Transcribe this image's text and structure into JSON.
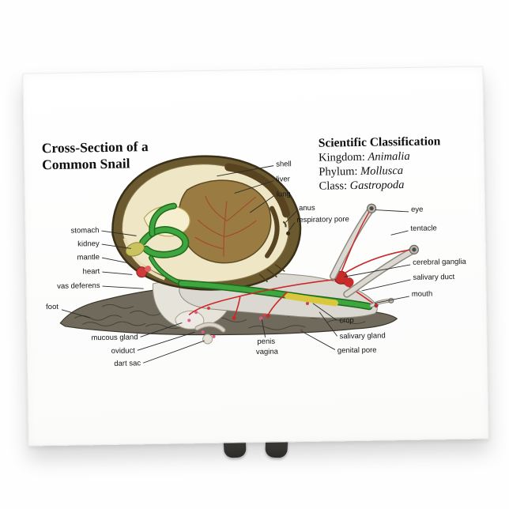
{
  "plaque": {
    "title_line1": "Cross-Section of a",
    "title_line2": "Common Snail"
  },
  "classification": {
    "heading": "Scientific Classification",
    "rows": [
      {
        "label": "Kingdom:",
        "value": "Animalia"
      },
      {
        "label": "Phylum:",
        "value": "Mollusca"
      },
      {
        "label": "Class:",
        "value": "Gastropoda"
      }
    ]
  },
  "labels": {
    "shell": "shell",
    "liver": "liver",
    "lung": "lung",
    "anus": "anus",
    "respiratory_pore": "respiratory pore",
    "eye": "eye",
    "tentacle": "tentacle",
    "cerebral_ganglia": "cerebral ganglia",
    "salivary_duct": "salivary duct",
    "mouth": "mouth",
    "crop": "crop",
    "salivary_gland": "salivary gland",
    "genital_pore": "genital pore",
    "penis": "penis",
    "vagina": "vagina",
    "stomach": "stomach",
    "kidney": "kidney",
    "mantle": "mantle",
    "heart": "heart",
    "vas_deferens": "vas deferens",
    "foot": "foot",
    "mucous_gland": "mucous gland",
    "oviduct": "oviduct",
    "dart_sac": "dart sac"
  },
  "colors": {
    "shell_outer": "#6b5930",
    "shell_rim": "#3a3018",
    "shell_interior": "#efe6c6",
    "liver_brown": "#9a7c42",
    "intestine_green": "#3fa63f",
    "crop_yellow": "#d9c83e",
    "nerve_red": "#c92a2a",
    "body_gray": "#dbd8d1",
    "foot_dark": "#6f6a5b"
  }
}
